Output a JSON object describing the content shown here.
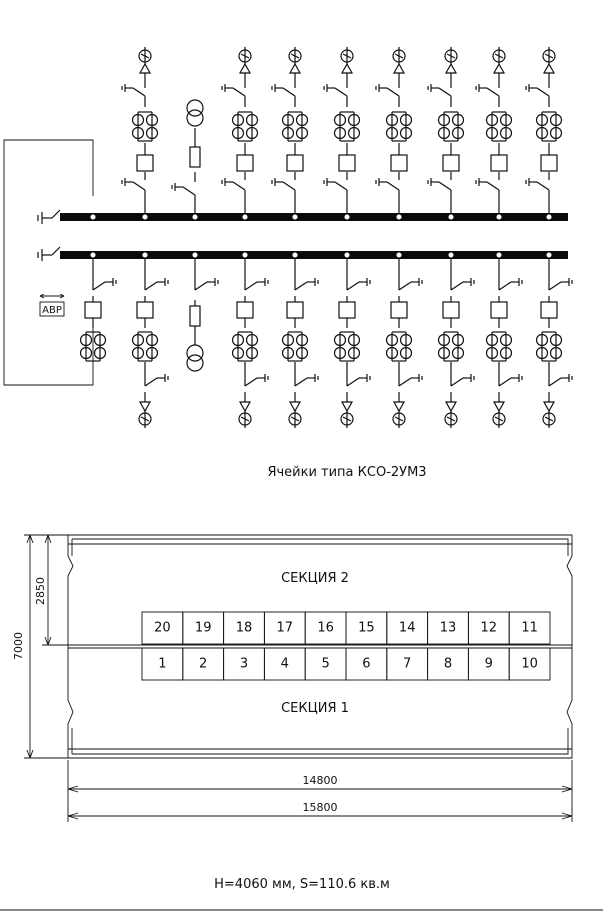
{
  "caption": "Ячейки типа КСО-2УМ3",
  "avr_label": "АВР",
  "plan": {
    "section_top": "СЕКЦИЯ 2",
    "section_bottom": "СЕКЦИЯ 1",
    "top_cells": [
      "20",
      "19",
      "18",
      "17",
      "16",
      "15",
      "14",
      "13",
      "12",
      "11"
    ],
    "bottom_cells": [
      "1",
      "2",
      "3",
      "4",
      "5",
      "6",
      "7",
      "8",
      "9",
      "10"
    ],
    "dim_height_total": "7000",
    "dim_height_part": "2850",
    "dim_width_inner": "14800",
    "dim_width_outer": "15800"
  },
  "footer_note": "H=4060 мм, S=110.6 кв.м"
}
